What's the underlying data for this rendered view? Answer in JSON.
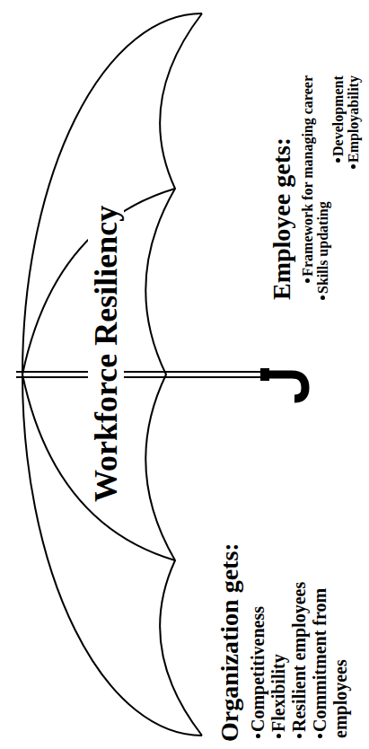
{
  "diagram": {
    "title": "Workforce Resiliency",
    "labels": [
      "Organization gets:",
      "Competitiveness",
      "Flexibility",
      "Resilient employees",
      "Commitment from employees",
      "Employee gets:",
      "Framework for managing career",
      "Skills updating",
      "Development",
      "Employability"
    ]
  }
}
